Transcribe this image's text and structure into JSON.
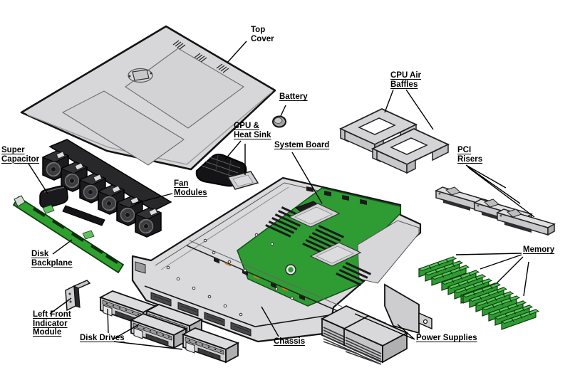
{
  "colors": {
    "background": "#ffffff",
    "outline": "#141414",
    "metal_light": "#d7d7d9",
    "metal_mid": "#c6c6c8",
    "metal_dark": "#aeaeb0",
    "black_part": "#1b1b1d",
    "pcb_green": "#2e9c32",
    "pcb_green_dark": "#1a6b1e",
    "label_text": "#000000"
  },
  "labels": {
    "top_cover": {
      "lines": [
        "Top",
        "Cover"
      ]
    },
    "battery": {
      "lines": [
        "Battery"
      ]
    },
    "cpu_air_baffles": {
      "lines": [
        "CPU Air",
        "Baffles"
      ]
    },
    "cpu_heat_sink": {
      "lines": [
        "CPU &",
        "Heat Sink"
      ]
    },
    "system_board": {
      "lines": [
        "System Board"
      ]
    },
    "pci_risers": {
      "lines": [
        "PCI",
        "Risers"
      ]
    },
    "super_capacitor": {
      "lines": [
        "Super",
        "Capacitor"
      ]
    },
    "fan_modules": {
      "lines": [
        "Fan",
        "Modules"
      ]
    },
    "disk_backplane": {
      "lines": [
        "Disk",
        "Backplane"
      ]
    },
    "memory": {
      "lines": [
        "Memory"
      ]
    },
    "left_front_indicator_module": {
      "lines": [
        "Left Front",
        "Indicator",
        "Module"
      ]
    },
    "disk_drives": {
      "lines": [
        "Disk Drives"
      ]
    },
    "chassis": {
      "lines": [
        "Chassis"
      ]
    },
    "power_supplies": {
      "lines": [
        "Power Supplies"
      ]
    }
  }
}
